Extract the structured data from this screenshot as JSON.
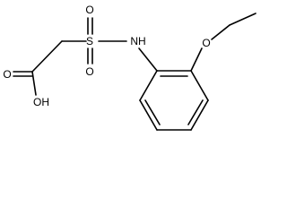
{
  "molecule": {
    "atoms": {
      "sulfur": "S",
      "sulfonyl_oxygen_top": "O",
      "sulfonyl_oxygen_bottom": "O",
      "amine": "NH",
      "carbonyl_oxygen": "O",
      "hydroxyl": "OH",
      "ether_oxygen": "O"
    },
    "bond_color": "#000000",
    "label_color": "#000000"
  }
}
